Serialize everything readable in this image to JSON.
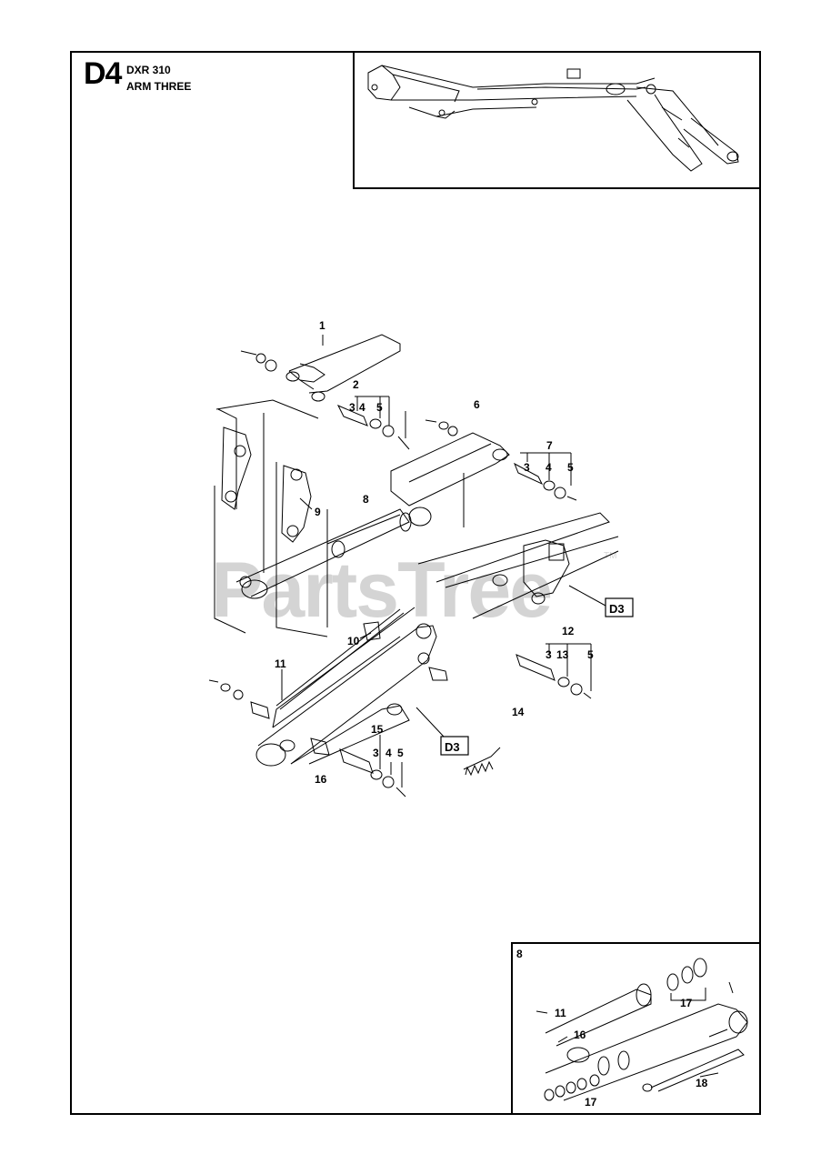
{
  "header": {
    "code": "D4",
    "model": "DXR 310",
    "title": "ARM THREE"
  },
  "watermark": {
    "text": "PartsTree",
    "tm": "TM"
  },
  "references": [
    "D3",
    "D3"
  ],
  "callouts": {
    "c1": "1",
    "c2": "2",
    "c3a": "3",
    "c4a": "4",
    "c5a": "5",
    "c6": "6",
    "c7": "7",
    "c3b": "3",
    "c4b": "4",
    "c5b": "5",
    "c8": "8",
    "c9": "9",
    "c10": "10",
    "c11": "11",
    "c12": "12",
    "c3c": "3",
    "c13": "13",
    "c5c": "5",
    "c14": "14",
    "c15": "15",
    "c3d": "3",
    "c4d": "4",
    "c5d": "5",
    "c16": "16"
  },
  "inset": {
    "label": "8",
    "c11": "11",
    "c16": "16",
    "c17a": "17",
    "c17b": "17",
    "c18": "18"
  },
  "colors": {
    "line": "#000000",
    "watermark": "#d4d4d4",
    "background": "#ffffff"
  }
}
